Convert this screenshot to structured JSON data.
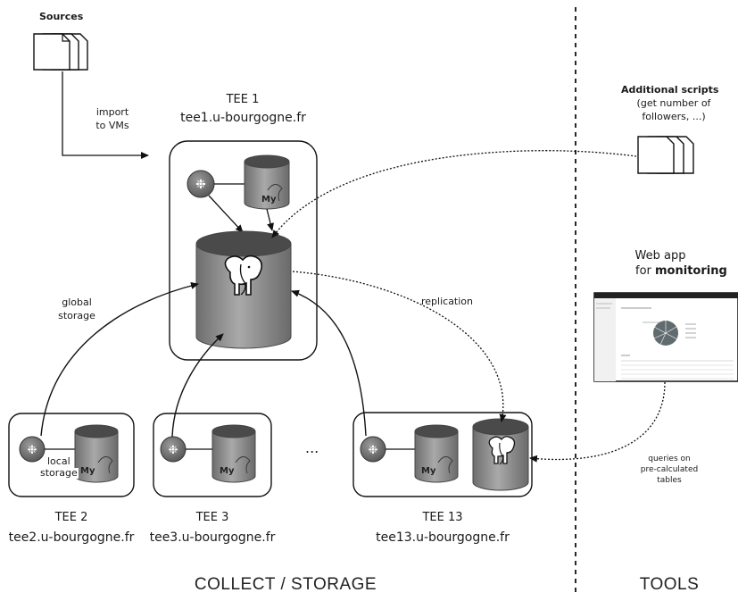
{
  "sources": {
    "title": "Sources"
  },
  "import": {
    "line1": "import",
    "line2": "to VMs"
  },
  "tee1": {
    "name": "TEE 1",
    "host": "tee1.u-bourgogne.fr"
  },
  "tee2": {
    "name": "TEE 2",
    "host": "tee2.u-bourgogne.fr",
    "local_line1": "local",
    "local_line2": "storage"
  },
  "tee3": {
    "name": "TEE 3",
    "host": "tee3.u-bourgogne.fr"
  },
  "tee13": {
    "name": "TEE 13",
    "host": "tee13.u-bourgogne.fr"
  },
  "ellipsis": "...",
  "global_storage": {
    "line1": "global",
    "line2": "storage"
  },
  "replication": "replication",
  "scripts": {
    "title": "Additional scripts",
    "line2": "(get number of",
    "line3": "followers, ...)"
  },
  "webapp": {
    "line1": "Web app",
    "line2_prefix": "for ",
    "line2_bold": "monitoring"
  },
  "queries": {
    "line1": "queries on",
    "line2": "pre-calculated",
    "line3": "tables"
  },
  "mysql_logo": "My",
  "footer": {
    "collect": "COLLECT / STORAGE",
    "tools": "TOOLS"
  },
  "colors": {
    "box_border": "#111111",
    "cylinder_body": "#8c8c8c",
    "cylinder_top": "#4a4a4a",
    "node": "#7a7a7a",
    "pie": "#5f6b6e"
  }
}
